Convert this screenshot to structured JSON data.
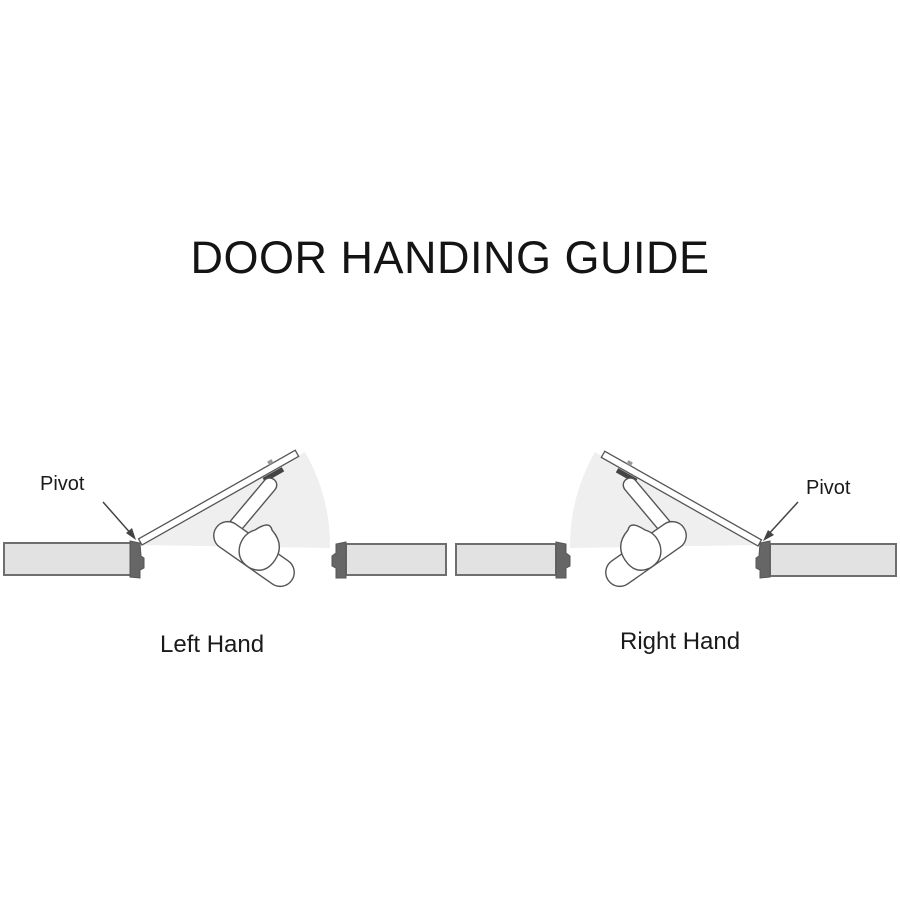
{
  "title": "DOOR HANDING GUIDE",
  "left": {
    "label": "Left Hand",
    "pivot_label": "Pivot"
  },
  "right": {
    "label": "Right Hand",
    "pivot_label": "Pivot"
  },
  "colors": {
    "wall_fill": "#e2e2e2",
    "wall_stroke": "#6e6e6e",
    "jamb_fill": "#6a6a6a",
    "swing_shade": "#efefef",
    "line": "#444444"
  }
}
